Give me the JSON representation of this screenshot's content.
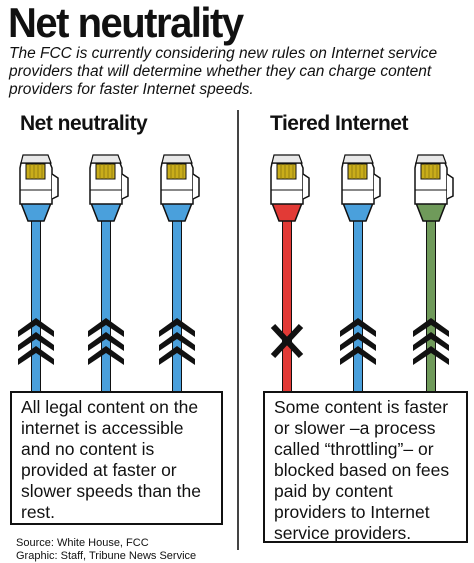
{
  "header": {
    "title": "Net neutrality",
    "subtitle": "The FCC is currently considering new rules on Internet service providers that will determine whether they can charge content providers for faster Internet speeds."
  },
  "columns": [
    {
      "heading": "Net neutrality",
      "description": "All legal content on the internet is accessible and no content is provided at faster or slower speeds than the rest.",
      "cables": [
        {
          "color": "#4aa0dc",
          "indicator": "arrows-up"
        },
        {
          "color": "#4aa0dc",
          "indicator": "arrows-up"
        },
        {
          "color": "#4aa0dc",
          "indicator": "arrows-up"
        }
      ]
    },
    {
      "heading": "Tiered Internet",
      "description": "Some content is faster or slower –a process called “throttling”– or blocked based on fees paid by content providers to Internet service providers.",
      "cables": [
        {
          "color": "#e23a36",
          "indicator": "x-blocked"
        },
        {
          "color": "#4aa0dc",
          "indicator": "arrows-up"
        },
        {
          "color": "#6f9a5a",
          "indicator": "arrows-up"
        }
      ]
    }
  ],
  "footer": {
    "source": "Source: White House, FCC",
    "credit": "Graphic: Staff, Tribune News Service"
  },
  "colors": {
    "connector_gold": "#c9ad1a",
    "connector_body": "#ffffff",
    "outline": "#111111"
  }
}
